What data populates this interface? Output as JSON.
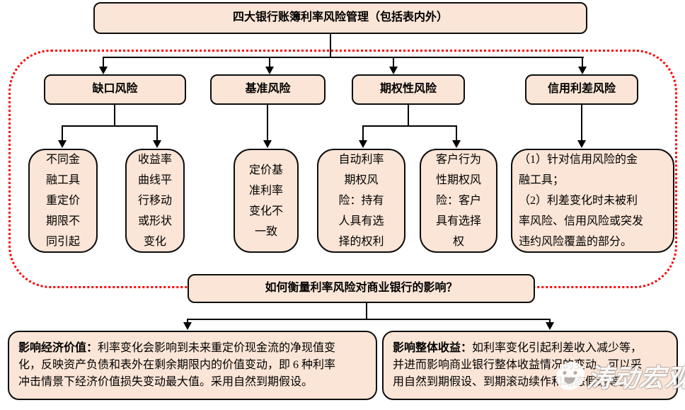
{
  "root_box": {
    "label": "四大银行账簿利率风险管理（包括表内外）"
  },
  "risk_types": [
    {
      "label": "缺口风险"
    },
    {
      "label": "基准风险"
    },
    {
      "label": "期权性风险"
    },
    {
      "label": "信用利差风险"
    }
  ],
  "details": [
    {
      "text": "不同金\n融工具\n重定价\n期限不\n同引起"
    },
    {
      "text": "收益率\n曲线平\n行移动\n或形状\n变化"
    },
    {
      "text": "定价基\n准利率\n变化不\n一致"
    },
    {
      "text": "自动利率\n期权风\n险：持有\n人具有选\n择的权利"
    },
    {
      "text": "客户行为\n性期权风\n险：客户\n具有选择\n权"
    },
    {
      "text": "（1）针对信用风险的金\n融工具；\n（2）利差变化时未被利\n率风险、信用风险或突发\n违约风险覆盖的部分。"
    }
  ],
  "question_box": {
    "label": "如何衡量利率风险对商业银行的影响？"
  },
  "impacts": [
    {
      "title": "影响经济价值：",
      "body": "利率变化会影响到未来重定价现金流的净现值变\n化，反映资产负债和表外在剩余期限内的价值变动，即 6 种利率\n冲击情景下经济价值损失变动最大值。采用自然到期假设。"
    },
    {
      "title": "影响整体收益：",
      "body": "如利率变化引起利差收入减少等，\n并进而影响商业银行整体收益情况的变动。可以采\n用自然到期假设、到期滚动续作和动态假设等。"
    }
  ],
  "watermark": {
    "label": "涛动宏观",
    "icon": "smiley-face-icon"
  },
  "colors": {
    "box_fill": "#fbe5d6",
    "box_border": "#0d0d0d",
    "connector": "#000000",
    "dashed_border": "#ff0000",
    "watermark_text": "#ffffff"
  }
}
